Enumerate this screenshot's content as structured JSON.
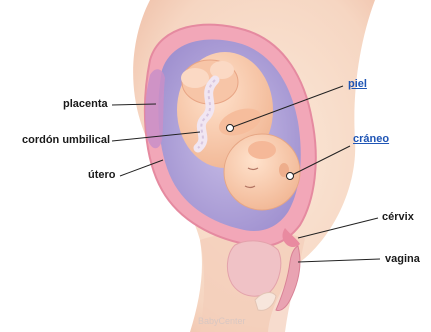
{
  "labels": {
    "placenta": "placenta",
    "cordon": "cordón umbilical",
    "utero": "útero",
    "piel": "piel",
    "craneo": "cráneo",
    "cervix": "cérvix",
    "vagina": "vagina"
  },
  "watermark": "BabyCenter",
  "colors": {
    "body_skin": "#f6dcc8",
    "womb_wall": "#f0a0b2",
    "amniotic_fluid": "#b6a8dd",
    "fetus_skin": "#f8c8a8",
    "link_text": "#1f55b5",
    "leader_line": "#222222"
  },
  "icons": {
    "pointer": "dot-pointer"
  }
}
